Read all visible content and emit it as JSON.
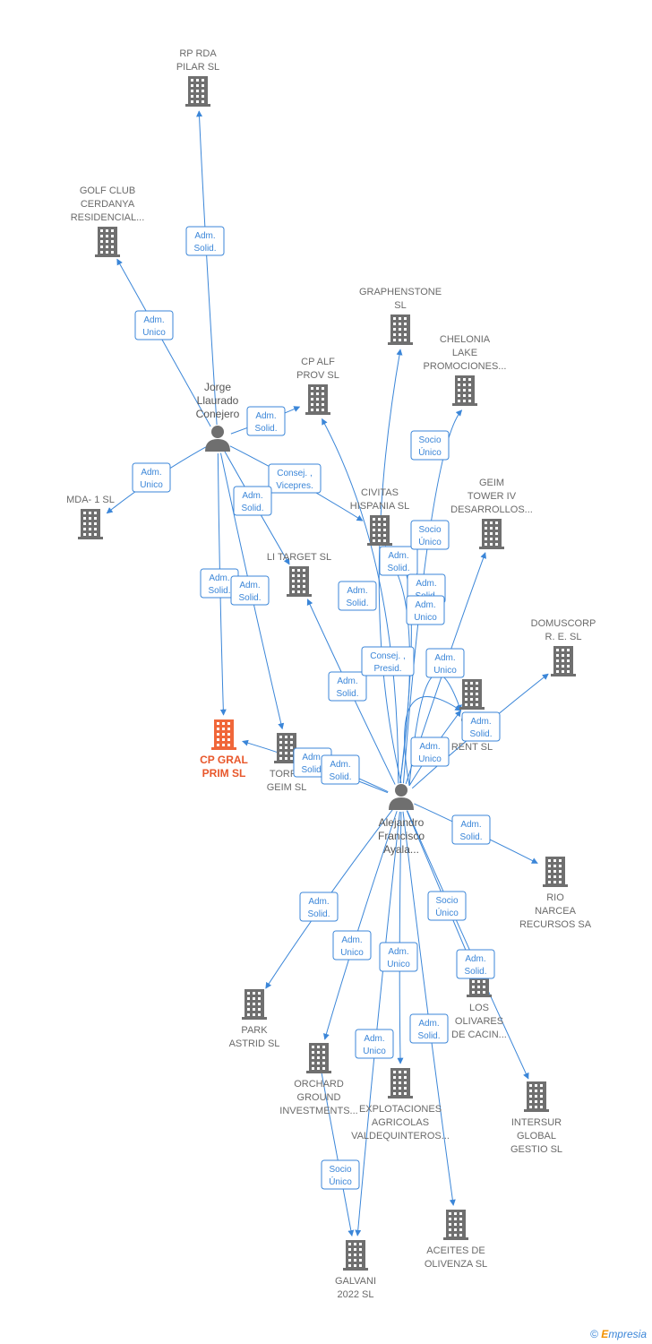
{
  "nodes": [
    {
      "id": "rp_rda",
      "type": "company",
      "lines": [
        "RP RDA",
        "PILAR  SL"
      ],
      "label_pos": "above",
      "main": false
    },
    {
      "id": "golf",
      "type": "company",
      "lines": [
        "GOLF CLUB",
        "CERDANYA",
        "RESIDENCIAL..."
      ],
      "label_pos": "above",
      "main": false
    },
    {
      "id": "graphenstone",
      "type": "company",
      "lines": [
        "GRAPHENSTONE",
        "SL"
      ],
      "label_pos": "above",
      "main": false
    },
    {
      "id": "chelonia",
      "type": "company",
      "lines": [
        "CHELONIA",
        "LAKE",
        "PROMOCIONES..."
      ],
      "label_pos": "above",
      "main": false
    },
    {
      "id": "cpalf",
      "type": "company",
      "lines": [
        "CP ALF",
        "PROV  SL"
      ],
      "label_pos": "above",
      "main": false
    },
    {
      "id": "jorge",
      "type": "person",
      "lines": [
        "Jorge",
        "Llaurado",
        "Conejero"
      ],
      "label_pos": "above",
      "main": false
    },
    {
      "id": "mda",
      "type": "company",
      "lines": [
        "MDA- 1 SL"
      ],
      "label_pos": "above",
      "main": false
    },
    {
      "id": "civitas",
      "type": "company",
      "lines": [
        "CIVITAS",
        "HISPANIA  SL"
      ],
      "label_pos": "above",
      "main": false
    },
    {
      "id": "geim4",
      "type": "company",
      "lines": [
        "GEIM",
        "TOWER IV",
        "DESARROLLOS..."
      ],
      "label_pos": "above",
      "main": false
    },
    {
      "id": "litarget",
      "type": "company",
      "lines": [
        "LI TARGET  SL"
      ],
      "label_pos": "above",
      "main": false
    },
    {
      "id": "domuscorp",
      "type": "company",
      "lines": [
        "DOMUSCORP",
        "R. E.  SL"
      ],
      "label_pos": "above",
      "main": false
    },
    {
      "id": "garent",
      "type": "company",
      "lines": [
        "GA...",
        "BU...",
        "RENT  SL"
      ],
      "label_pos": "below",
      "main": false
    },
    {
      "id": "cpgral",
      "type": "company",
      "lines": [
        "CP GRAL",
        "PRIM  SL"
      ],
      "label_pos": "below",
      "main": true
    },
    {
      "id": "torre",
      "type": "company",
      "lines": [
        "TORRE",
        "GEIM  SL"
      ],
      "label_pos": "below",
      "main": false
    },
    {
      "id": "alejandro",
      "type": "person",
      "lines": [
        "Alejandro",
        "Francisco",
        "Ayala..."
      ],
      "label_pos": "below",
      "main": false
    },
    {
      "id": "rio",
      "type": "company",
      "lines": [
        "RIO",
        "NARCEA",
        "RECURSOS SA"
      ],
      "label_pos": "below",
      "main": false
    },
    {
      "id": "park",
      "type": "company",
      "lines": [
        "PARK",
        "ASTRID  SL"
      ],
      "label_pos": "below",
      "main": false
    },
    {
      "id": "olivares",
      "type": "company",
      "lines": [
        "LOS",
        "OLIVARES",
        "DE CACIN..."
      ],
      "label_pos": "below",
      "main": false
    },
    {
      "id": "orchard",
      "type": "company",
      "lines": [
        "ORCHARD",
        "GROUND",
        "INVESTMENTS..."
      ],
      "label_pos": "below",
      "main": false
    },
    {
      "id": "explotaciones",
      "type": "company",
      "lines": [
        "EXPLOTACIONES",
        "AGRICOLAS",
        "VALDEQUINTEROS..."
      ],
      "label_pos": "below",
      "main": false
    },
    {
      "id": "intersur",
      "type": "company",
      "lines": [
        "INTERSUR",
        "GLOBAL",
        "GESTIO SL"
      ],
      "label_pos": "below",
      "main": false
    },
    {
      "id": "aceites",
      "type": "company",
      "lines": [
        "ACEITES DE",
        "OLIVENZA  SL"
      ],
      "label_pos": "below",
      "main": false
    },
    {
      "id": "galvani",
      "type": "company",
      "lines": [
        "GALVANI",
        "2022  SL"
      ],
      "label_pos": "below",
      "main": false
    }
  ],
  "edges": [
    {
      "from": "jorge",
      "to": "rp_rda",
      "label": [
        "Adm.",
        "Solid."
      ]
    },
    {
      "from": "jorge",
      "to": "golf",
      "label": [
        "Adm.",
        "Unico"
      ]
    },
    {
      "from": "jorge",
      "to": "cpalf",
      "label": [
        "Adm.",
        "Solid."
      ]
    },
    {
      "from": "jorge",
      "to": "mda",
      "label": [
        "Adm.",
        "Unico"
      ]
    },
    {
      "from": "jorge",
      "to": "civitas",
      "label": [
        "Consej. ,",
        "Vicepres."
      ]
    },
    {
      "from": "jorge",
      "to": "litarget",
      "label": [
        "Adm.",
        "Solid."
      ]
    },
    {
      "from": "jorge",
      "to": "cpgral",
      "label": [
        "Adm.",
        "Solid."
      ]
    },
    {
      "from": "jorge",
      "to": "torre",
      "label": [
        "Adm.",
        "Solid."
      ]
    },
    {
      "from": "alejandro",
      "to": "graphenstone",
      "label": [
        "Adm.",
        "Solid."
      ]
    },
    {
      "from": "alejandro",
      "to": "chelonia",
      "label": [
        "Socio",
        "Único"
      ]
    },
    {
      "from": "alejandro",
      "to": "cpalf",
      "label": [
        "Adm.",
        "Solid."
      ]
    },
    {
      "from": "alejandro",
      "to": "civitas",
      "label": [
        "Socio",
        "Único"
      ]
    },
    {
      "from": "alejandro",
      "to": "geim4",
      "label": [
        "Adm.",
        "Unico"
      ]
    },
    {
      "from": "alejandro",
      "to": "litarget",
      "label": [
        "Adm.",
        "Solid."
      ]
    },
    {
      "from": "alejandro",
      "to": "garent",
      "label": [
        "Consej. ,",
        "Presid."
      ]
    },
    {
      "from": "alejandro",
      "to": "domuscorp",
      "label": [
        "Adm.",
        "Solid."
      ]
    },
    {
      "from": "alejandro",
      "to": "cpgral",
      "label": [
        "Adm.",
        "Solid."
      ]
    },
    {
      "from": "alejandro",
      "to": "torre",
      "label": [
        "Adm.",
        "Solid."
      ]
    },
    {
      "from": "alejandro",
      "to": "rio",
      "label": [
        "Adm.",
        "Solid."
      ]
    },
    {
      "from": "alejandro",
      "to": "park",
      "label": [
        "Adm.",
        "Solid."
      ]
    },
    {
      "from": "alejandro",
      "to": "orchard",
      "label": [
        "Adm.",
        "Unico"
      ]
    },
    {
      "from": "alejandro",
      "to": "explotaciones",
      "label": [
        "Adm.",
        "Unico"
      ]
    },
    {
      "from": "alejandro",
      "to": "olivares",
      "label": [
        "Socio",
        "Único"
      ]
    },
    {
      "from": "alejandro",
      "to": "intersur",
      "label": [
        "Adm.",
        "Solid."
      ]
    },
    {
      "from": "alejandro",
      "to": "aceites",
      "label": [
        "Adm.",
        "Solid."
      ]
    },
    {
      "from": "alejandro",
      "to": "galvani",
      "label": [
        "Adm.",
        "Unico"
      ]
    },
    {
      "from": "orchard",
      "to": "galvani",
      "label": [
        "Socio",
        "Único"
      ]
    },
    {
      "from": "alejandro",
      "to": "garent",
      "label": [
        "Adm.",
        "Unico"
      ]
    },
    {
      "from": "alejandro",
      "to": "civitas",
      "label": [
        "Adm.",
        "Solid."
      ]
    },
    {
      "from": "alejandro",
      "to": "garent",
      "label": [
        "Adm.",
        "Unico"
      ]
    }
  ],
  "colors": {
    "edge": "#3b86d8",
    "company": "#6f6f6f",
    "main_company": "#f0673a",
    "person": "#6f6f6f"
  },
  "footer": {
    "copyright": "©",
    "brand_initial": "E",
    "brand_rest": "mpresia"
  }
}
